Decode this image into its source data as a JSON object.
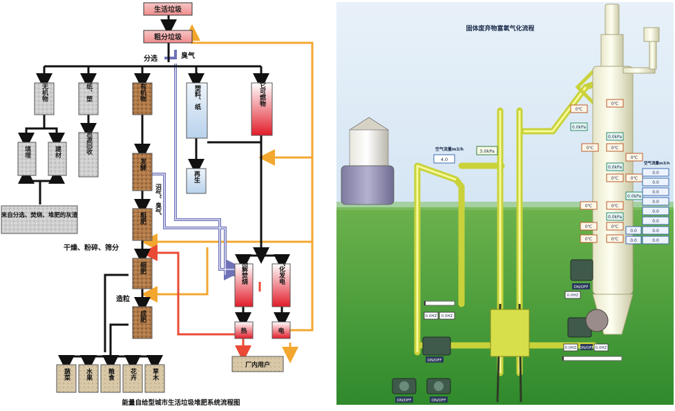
{
  "left_diagram": {
    "caption": "能量自给型城市生活垃圾堆肥系统流程图",
    "nodes": {
      "shlj": "生活垃圾",
      "cfjl": "粗分垃圾",
      "wjw": "无机物",
      "zhi_bo": "纸、塑",
      "ylw": "有机物",
      "bu_su": "布、塑料、纸",
      "qtrw": "其它可燃物",
      "tianmai": "填埋",
      "jiancai": "建材",
      "zyhs": "资源回收",
      "fajiao": "发酵",
      "zaisheng": "再生",
      "cufei": "粗肥",
      "xifei": "细肥",
      "chengfei": "成肥",
      "rjfs": "热解焚烧",
      "qhfd": "气化发电",
      "re": "热",
      "dian": "电",
      "cnyh": "厂内用户",
      "source_note": "来自分选、焚烧、堆肥的灰渣",
      "shucai": "蔬菜",
      "shuiguo": "水果",
      "liangshi": "粮食",
      "huahui": "花卉",
      "caomu": "草木"
    },
    "labels": {
      "fenxuan": "分选",
      "chouqi": "臭气",
      "zqcq": "沼气、臭气",
      "gzpf": "干燥、粉碎、筛分",
      "zaoli": "造粒"
    }
  },
  "right_diagram": {
    "title": "固体废弃物富氧气化流程",
    "readouts": {
      "flow_label": "空气流量m3/h",
      "flow_value": "4.0",
      "pressure1": "3.0kPa",
      "temp1": "0℃",
      "temp2": "0℃",
      "temp3": "0℃",
      "temp4": "0℃",
      "temp5": "0℃",
      "temp6": "0℃",
      "temp7": "0℃",
      "temp8": "0℃",
      "temp9": "0℃",
      "temp10": "0℃",
      "temp11": "0℃",
      "temp12": "0℃",
      "temp13": "0℃",
      "kpa_a": "0.0kPa",
      "kpa_b": "0.0kPa",
      "kpa_c": "0.0kPa",
      "kpa_d": "0.0kPa",
      "kpa_e": "0.0kPa",
      "right_header": "空气流量m3/h",
      "r1": "0.0",
      "r2": "0.0",
      "r3": "0.0",
      "r4": "0.0",
      "r5": "0.0",
      "r6": "0.0",
      "r7": "0.0",
      "r8": "0.0",
      "r9": "0.0",
      "r10": "0.0",
      "pump1": "ON/OFF",
      "pump2": "ON/OFF",
      "motor1": "ON/OFF",
      "motor2": "ON/OFF",
      "motor3": "ON/OFF",
      "small_a": "0.0HZ",
      "small_b": "0.0HZ",
      "small_c": "0.0HZ",
      "small_d": "0.0HZ",
      "small_e": "0.0HZ"
    }
  }
}
